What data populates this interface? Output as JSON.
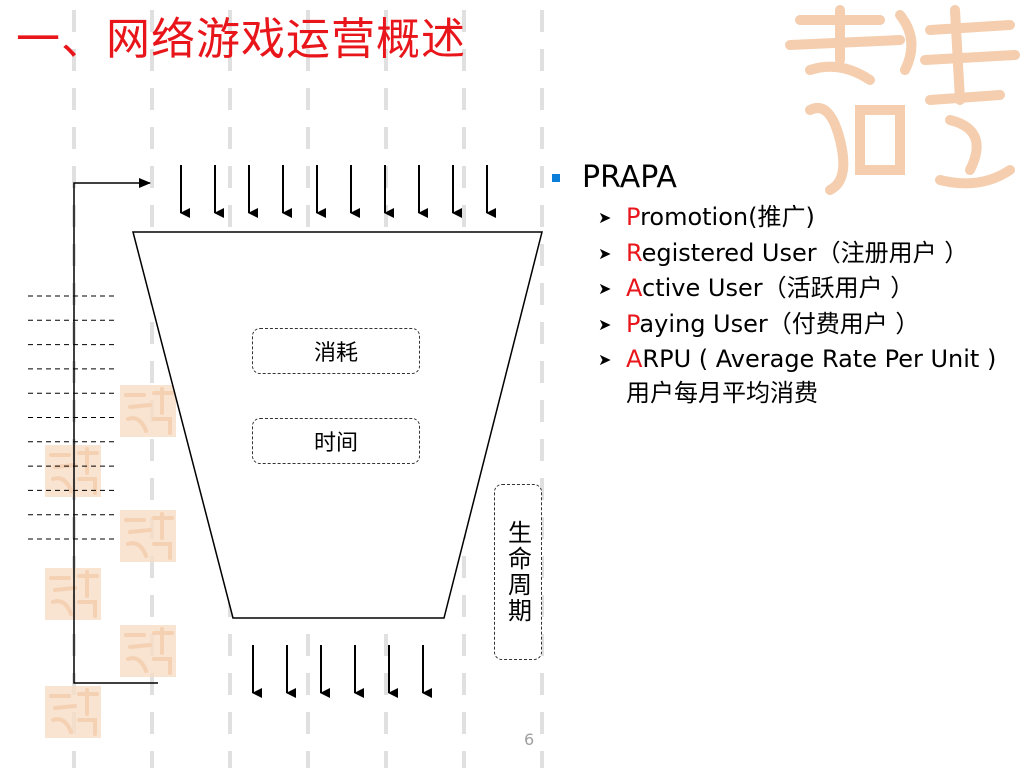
{
  "title": "一、网络游戏运营概述",
  "diagram": {
    "boxes": {
      "consume": "消耗",
      "time": "时间"
    },
    "lifecycle_label": "生命周期"
  },
  "bullets": {
    "main": "PRAPA",
    "items": [
      {
        "initial": "P",
        "rest": "romotion(推广)"
      },
      {
        "initial": "R",
        "rest": "egistered User（注册用户 ）"
      },
      {
        "initial": "A",
        "rest": "ctive User（活跃用户 ）"
      },
      {
        "initial": "P",
        "rest": "aying User（付费用户 ）"
      },
      {
        "initial": "A",
        "rest": "RPU ( Average Rate Per Unit )用户每月平均消费"
      }
    ]
  },
  "page_number": "6",
  "colors": {
    "title": "#e8161b",
    "highlight": "#e8161b",
    "bullet_square": "#0b7fd8",
    "watermark": "#f3c9a6",
    "background_bars": "#e0e0e0"
  },
  "icons": {
    "main_bullet": "blue-square-bullet-icon",
    "sub_bullet": "arrowhead-bullet-icon",
    "logo": "calligraphy-seal-logo"
  }
}
